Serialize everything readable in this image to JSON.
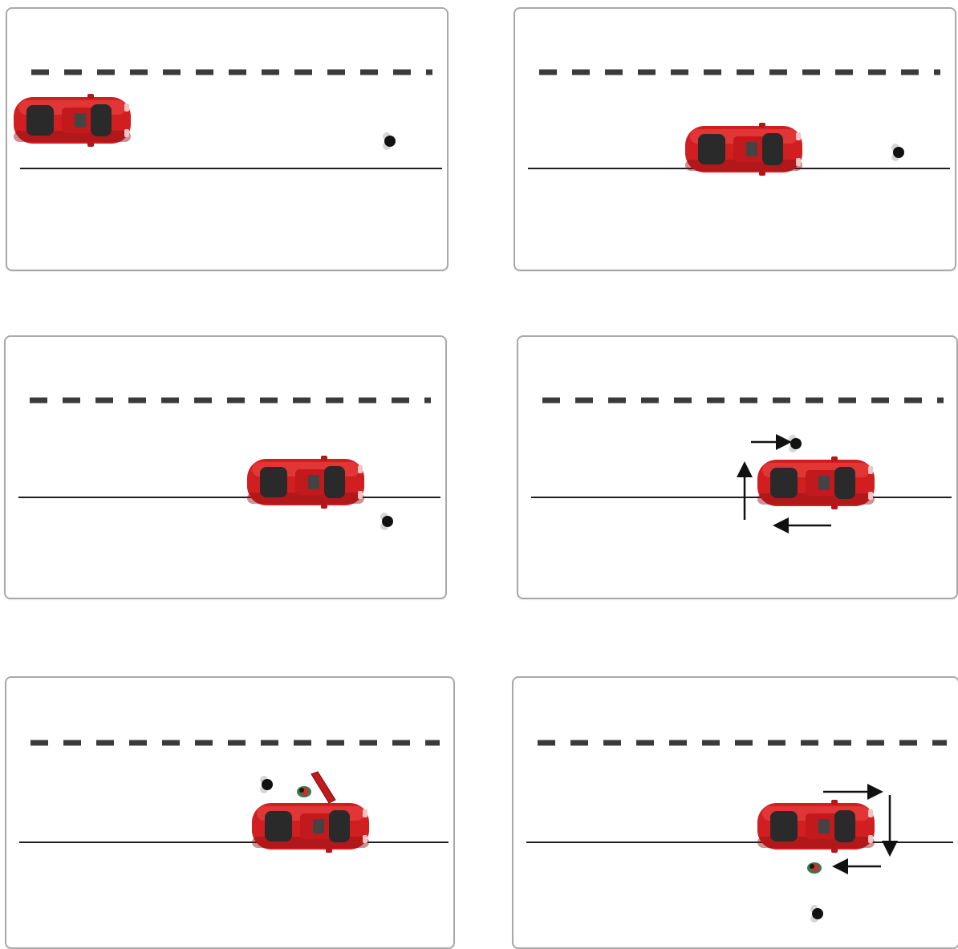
{
  "colors": {
    "car_body": "#d01e21",
    "car_dark": "#8e0f12",
    "car_light": "#ef4a47",
    "glass": "#2a2a2a",
    "road_line": "#1e1e1e",
    "dash": "#3a3a3a",
    "pedestrian": "#111111",
    "cyclist_helmet": "#2e7d4f",
    "cyclist_body": "#c9302c",
    "arrow": "#111111",
    "panel_border": "#a9a9a9"
  },
  "icons": {
    "car": "red-car-top-view-icon",
    "pedestrian": "pedestrian-top-view-icon",
    "cyclist": "cyclist-top-view-icon",
    "arrow": "arrow-icon"
  },
  "panels": [
    {
      "id": "panel-1",
      "door_open": false,
      "arrows": [],
      "cyclist": false
    },
    {
      "id": "panel-2",
      "door_open": false,
      "arrows": [],
      "cyclist": false
    },
    {
      "id": "panel-3",
      "door_open": false,
      "arrows": [],
      "cyclist": false
    },
    {
      "id": "panel-4",
      "door_open": false,
      "arrows": [
        "right",
        "up",
        "left"
      ],
      "cyclist": false
    },
    {
      "id": "panel-5",
      "door_open": true,
      "arrows": [],
      "cyclist": true
    },
    {
      "id": "panel-6",
      "door_open": false,
      "arrows": [
        "right",
        "down",
        "left"
      ],
      "cyclist": true
    }
  ]
}
